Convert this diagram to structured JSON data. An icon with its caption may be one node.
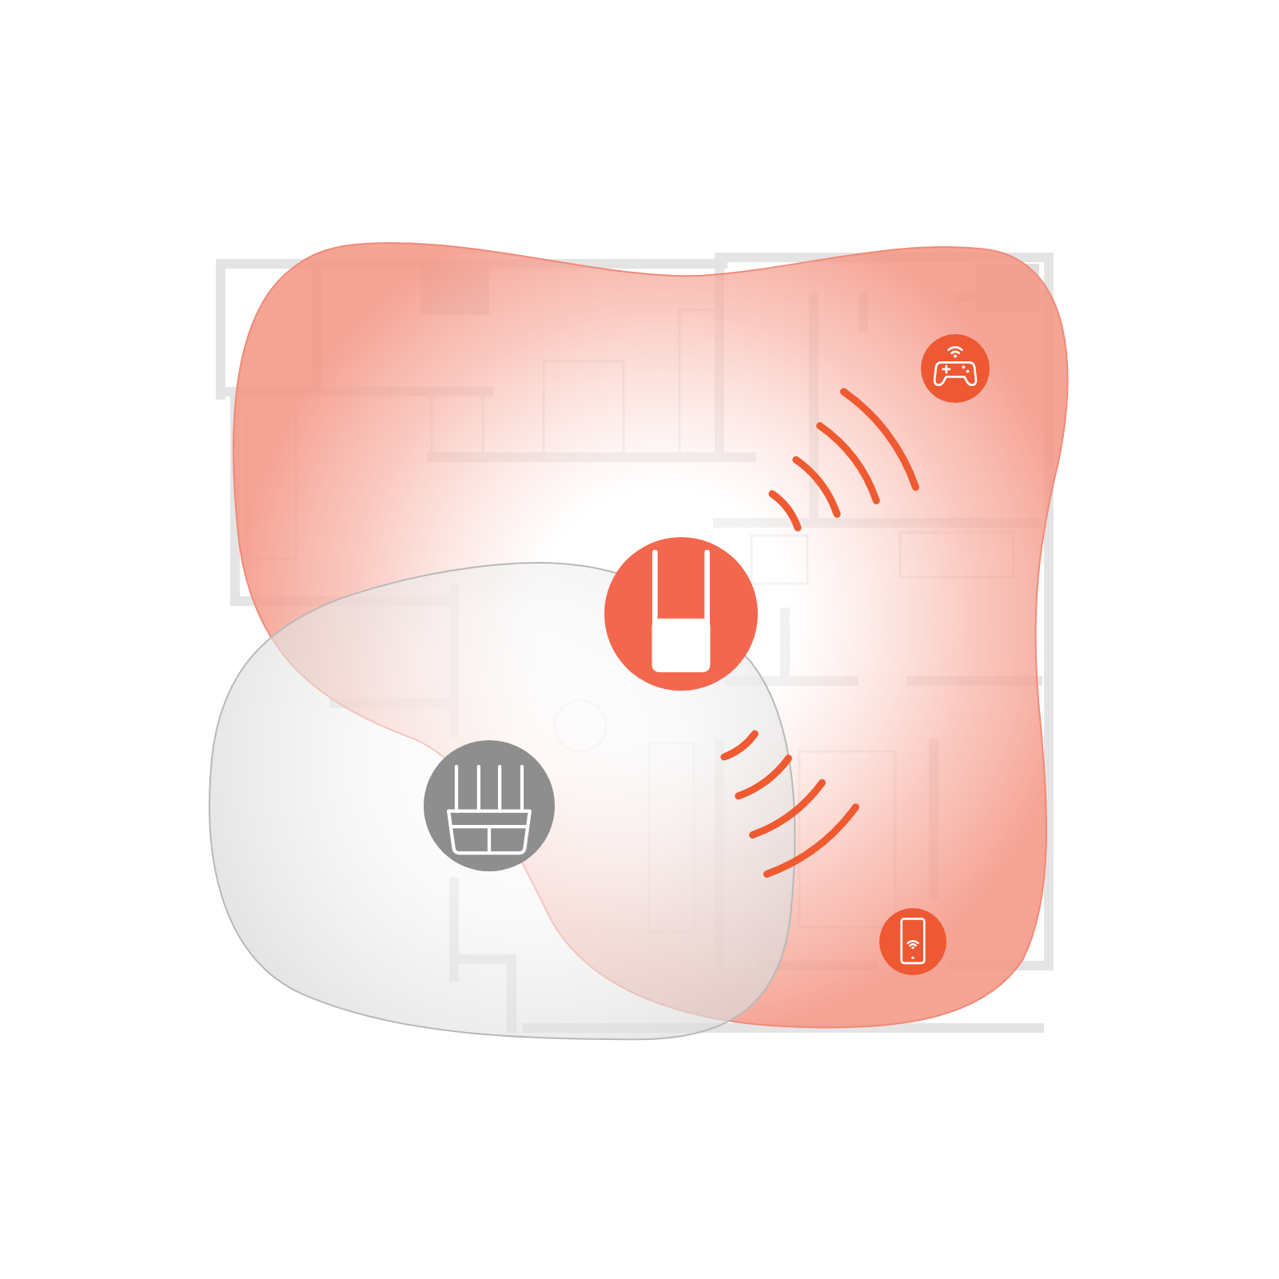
{
  "diagram": {
    "nodes": [
      {
        "text": [],
        "shape": "blob"
      },
      {
        "text": [],
        "shape": "picture",
        "in": 0
      },
      {
        "text": [],
        "shape": "blob"
      },
      {
        "text": [],
        "shape": "picture",
        "in": 0
      },
      {
        "text": [],
        "shape": "picture",
        "in": 2
      },
      {
        "text": [],
        "shape": "picture",
        "in": 0
      }
    ]
  }
}
